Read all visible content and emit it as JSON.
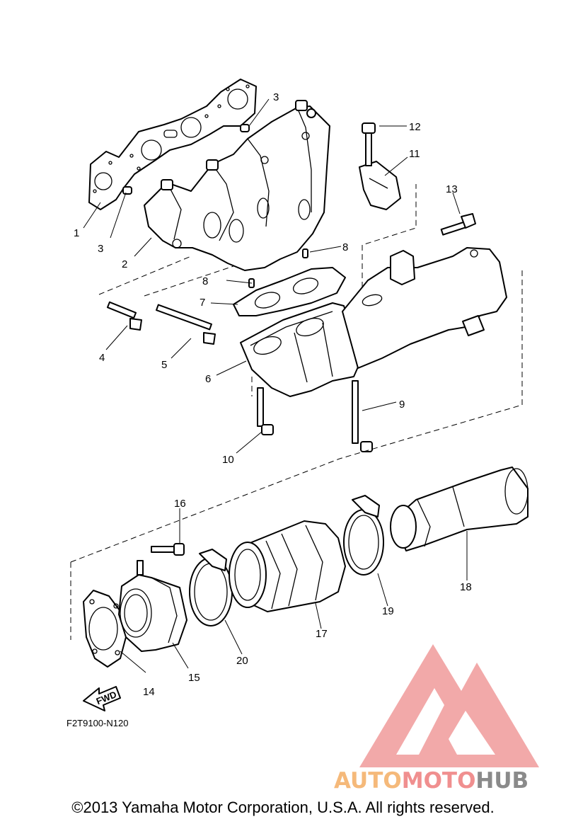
{
  "diagram": {
    "figure_code": "F2T9100-N120",
    "fwd_label": "FWD",
    "copyright": "©2013 Yamaha Motor Corporation, U.S.A. All rights reserved.",
    "callouts": [
      "1",
      "2",
      "3",
      "3",
      "4",
      "5",
      "6",
      "7",
      "8",
      "8",
      "9",
      "10",
      "11",
      "12",
      "13",
      "14",
      "15",
      "16",
      "17",
      "18",
      "19",
      "20"
    ]
  },
  "watermark": {
    "part1": "AUTO",
    "part2": "MOTO",
    "part3": "HUB",
    "colors": {
      "auto": "#f5b97a",
      "moto": "#f08f8f",
      "hub": "#8a8a8a",
      "logo": "#f09a9a"
    }
  }
}
